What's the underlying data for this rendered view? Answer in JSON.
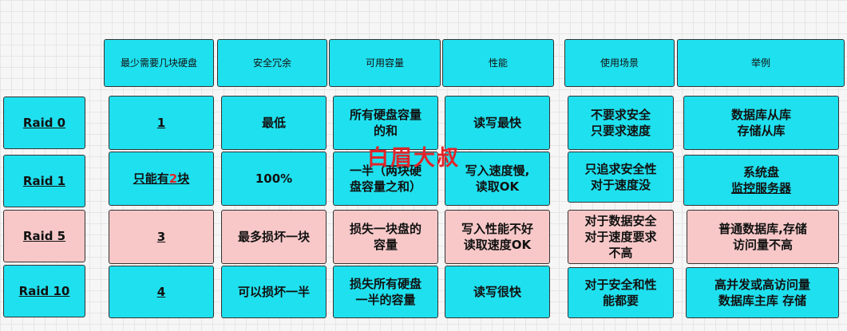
{
  "headers": [
    "最少需要几块硬盘",
    "安全冗余",
    "可用容量",
    "性能",
    "使用场景",
    "举例"
  ],
  "rows": [
    {
      "label": "Raid 0",
      "tone": "cyan",
      "disks": "1",
      "redundancy": "最低",
      "capacity": "所有硬盘容量\n的和",
      "performance": "读写最快",
      "scenario": "不要求安全\n只要求速度",
      "example": "数据库从库\n存储从库"
    },
    {
      "label": "Raid 1",
      "tone": "cyan",
      "disks_prefix": "只能有",
      "disks_highlight": "2",
      "disks_suffix": "块",
      "redundancy": "100%",
      "capacity": "一半（两块硬\n盘容量之和）",
      "performance": "写入速度慢,\n读取OK",
      "scenario": "只追求安全性\n对于速度没",
      "example_line1": "系统盘",
      "example_line2": "监控服务器"
    },
    {
      "label": "Raid 5",
      "tone": "pink",
      "disks": "3",
      "redundancy": "最多损坏一块",
      "capacity": "损失一块盘的\n容量",
      "performance": "写入性能不好\n读取速度OK",
      "scenario": "对于数据安全\n对于速度要求\n不高",
      "example": "普通数据库,存储\n访问量不高"
    },
    {
      "label": "Raid 10",
      "tone": "cyan",
      "disks": "4",
      "redundancy": "可以损坏一半",
      "capacity": "损失所有硬盘\n一半的容量",
      "performance": "读写很快",
      "scenario": "对于安全和性\n能都要",
      "example": "高并发或高访问量\n数据库主库 存储"
    }
  ],
  "watermark": "白眉大叔",
  "colors": {
    "cyan": "#1fe0ee",
    "pink": "#f8c8c8",
    "accent_red": "#e0242a"
  }
}
